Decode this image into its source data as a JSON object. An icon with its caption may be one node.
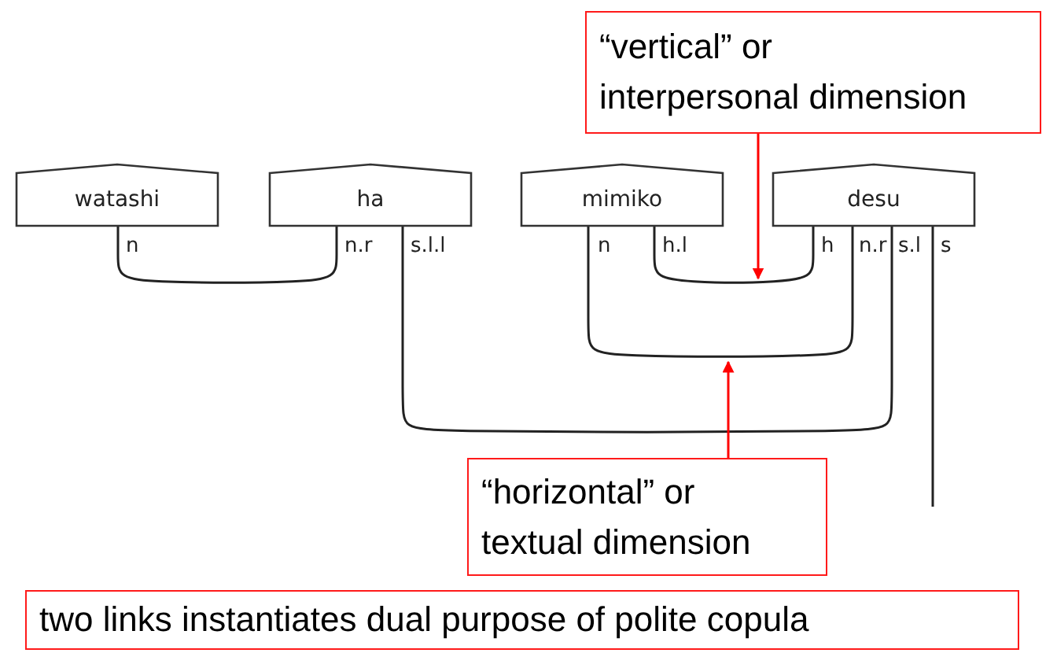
{
  "diagram": {
    "nodes": [
      {
        "text": [
          "“vertical” or interpersonal dimension"
        ]
      },
      {
        "text": [
          "watashi"
        ]
      },
      {
        "text": [
          "ha"
        ]
      },
      {
        "text": [
          "mimiko"
        ]
      },
      {
        "text": [
          "desu"
        ]
      },
      {
        "text": [
          "“horizontal” or textual dimension"
        ]
      },
      {
        "text": [
          "two links instantiates dual purpose of polite copula"
        ]
      }
    ],
    "edges": [
      {
        "from": 1,
        "to": 2,
        "arrow": "none"
      },
      {
        "from": 2,
        "to": 4,
        "arrow": "none"
      },
      {
        "from": 3,
        "to": 4,
        "arrow": "none"
      },
      {
        "from": 3,
        "to": 4,
        "arrow": "none"
      },
      {
        "from": 4,
        "to": null,
        "arrow": "none"
      },
      {
        "from": 0,
        "to": null,
        "arrow": "to",
        "color": "#ff0000"
      },
      {
        "from": 5,
        "to": null,
        "arrow": "to",
        "color": "#ff0000"
      }
    ],
    "labels": [
      "n",
      "n.r",
      "s.l.l",
      "n",
      "h.l",
      "h",
      "n.r",
      "s.l",
      "s"
    ]
  }
}
